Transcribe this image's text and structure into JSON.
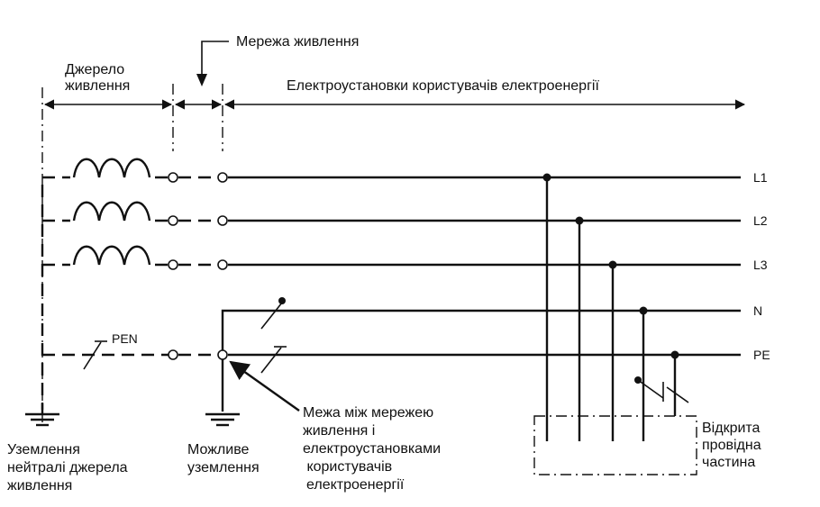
{
  "labels": {
    "source": [
      "Джерело",
      "живлення"
    ],
    "network": "Мережа живлення",
    "installations": "Електроустановки користувачів електроенергії",
    "pen": "PEN",
    "boundary": [
      "Межа між мережею",
      "живлення  і",
      "електроустановками",
      " користувачів",
      "електроенергії"
    ],
    "neutral_earthing": [
      "Уземлення",
      "нейтралі джерела",
      "живлення"
    ],
    "possible_earthing": [
      "Можливе",
      "уземлення"
    ],
    "exposed_part": [
      "Відкрита",
      "провідна",
      "частина"
    ]
  },
  "conductors": [
    "L1",
    "L2",
    "L3",
    "N",
    "PE"
  ]
}
